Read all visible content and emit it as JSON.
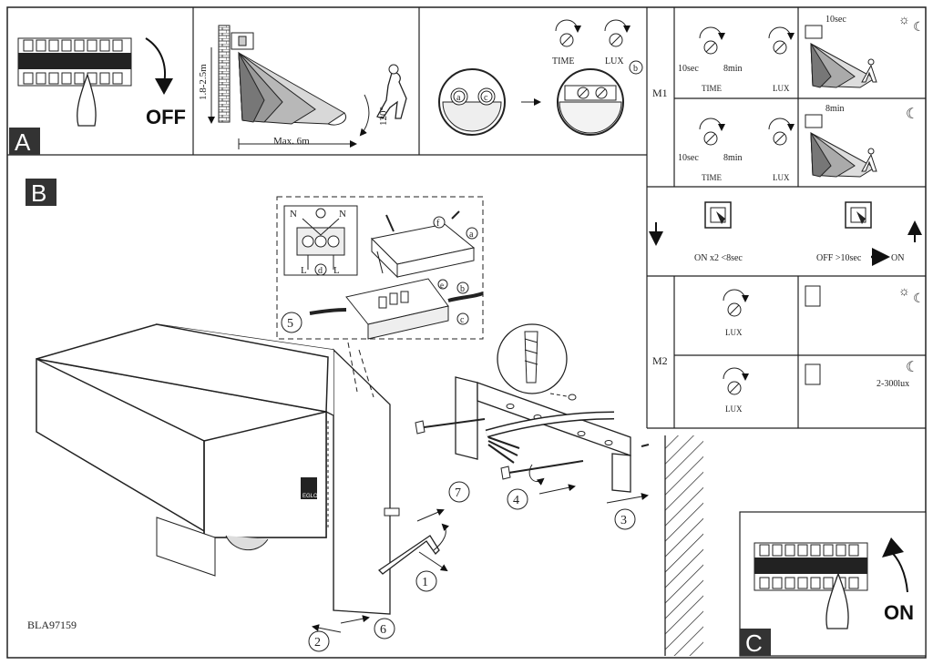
{
  "panel_a": {
    "letter": "A",
    "off_label": "OFF",
    "height_range": "1.8-2.5m",
    "max_range": "Max. 6m",
    "angle": "120°",
    "time_label": "TIME",
    "lux_label": "LUX",
    "callout_a": "a",
    "callout_b": "b",
    "callout_c": "c"
  },
  "panel_b": {
    "letter": "B",
    "model": "BLA97159",
    "brand": "EGLO",
    "terminal_n1": "N",
    "terminal_n2": "N",
    "terminal_l1": "L",
    "terminal_l2": "L",
    "callout_d": "d",
    "callout_e": "e",
    "callout_f": "f",
    "callout_a": "a",
    "callout_b": "b",
    "callout_c": "c",
    "steps": [
      "1",
      "2",
      "3",
      "4",
      "5",
      "6",
      "7"
    ]
  },
  "panel_c": {
    "letter": "C",
    "on_label": "ON"
  },
  "settings": {
    "m1_label": "M1",
    "m2_label": "M2",
    "row1": {
      "time_min": "10sec",
      "time_max": "8min",
      "time_label": "TIME",
      "lux_label": "LUX",
      "duration": "10sec"
    },
    "row2": {
      "time_min": "10sec",
      "time_max": "8min",
      "time_label": "TIME",
      "lux_label": "LUX",
      "duration": "8min"
    },
    "switch_left": "ON x2 <8sec",
    "switch_right_pre": "OFF >10sec",
    "switch_right_post": "ON",
    "m2_row1": {
      "lux_label": "LUX"
    },
    "m2_row2": {
      "lux_label": "LUX",
      "lux_range": "2-300lux"
    }
  }
}
